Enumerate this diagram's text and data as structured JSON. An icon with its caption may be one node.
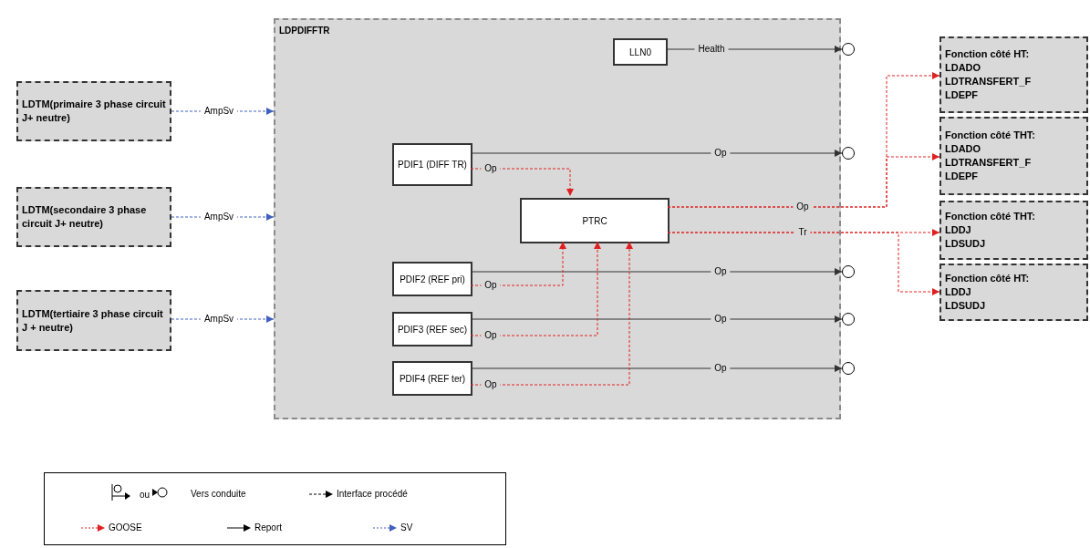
{
  "diagram": {
    "nodes": [
      {
        "text": [
          "LDPDIFFTR"
        ]
      },
      {
        "text": [
          "LDTM(primaire 3 phase circuit J+ neutre)"
        ]
      },
      {
        "text": [
          "LDTM(secondaire 3 phase circuit J+ neutre)"
        ]
      },
      {
        "text": [
          "LDTM(tertiaire 3 phase circuit J + neutre)"
        ]
      },
      {
        "text": [
          "LLN0"
        ],
        "in": 0
      },
      {
        "text": [
          "PDIF1 (DIFF TR)"
        ],
        "in": 0
      },
      {
        "text": [
          "PTRC"
        ],
        "in": 0
      },
      {
        "text": [
          "PDIF2 (REF pri)"
        ],
        "in": 0
      },
      {
        "text": [
          "PDIF3 (REF sec)"
        ],
        "in": 0
      },
      {
        "text": [
          "PDIF4 (REF ter)"
        ],
        "in": 0
      },
      {
        "text": [],
        "shape": "circle"
      },
      {
        "text": [],
        "shape": "circle"
      },
      {
        "text": [],
        "shape": "circle"
      },
      {
        "text": [],
        "shape": "circle"
      },
      {
        "text": [],
        "shape": "circle"
      },
      {
        "text": [
          "Fonction côté HT:",
          "LDADO",
          "LDTRANSFERT_F",
          "LDEPF"
        ]
      },
      {
        "text": [
          "Fonction côté THT:",
          "LDADO",
          "LDTRANSFERT_F",
          "LDEPF"
        ]
      },
      {
        "text": [
          "Fonction côté THT:",
          "LDDJ",
          "LDSUDJ"
        ]
      },
      {
        "text": [
          "Fonction côté HT:",
          "LDDJ",
          "LDSUDJ"
        ]
      }
    ],
    "edges": [
      {
        "from": 1,
        "to": 0,
        "arrow": "to",
        "label": "AmpSv",
        "style": "dashed",
        "color": "#4060c0"
      },
      {
        "from": 2,
        "to": 0,
        "arrow": "to",
        "label": "AmpSv",
        "style": "dashed",
        "color": "#4060c0"
      },
      {
        "from": 3,
        "to": 0,
        "arrow": "to",
        "label": "AmpSv",
        "style": "dashed",
        "color": "#4060c0"
      },
      {
        "from": 4,
        "to": 10,
        "arrow": "to",
        "label": "Health",
        "color": "#333333"
      },
      {
        "from": 5,
        "to": 11,
        "arrow": "to",
        "label": "Op",
        "color": "#333333"
      },
      {
        "from": 7,
        "to": 12,
        "arrow": "to",
        "label": "Op",
        "color": "#333333"
      },
      {
        "from": 8,
        "to": 13,
        "arrow": "to",
        "label": "Op",
        "color": "#333333"
      },
      {
        "from": 9,
        "to": 14,
        "arrow": "to",
        "label": "Op",
        "color": "#333333"
      },
      {
        "from": 5,
        "to": 6,
        "arrow": "to",
        "label": "Op",
        "style": "dashed",
        "color": "#e02020"
      },
      {
        "from": 7,
        "to": 6,
        "arrow": "to",
        "label": "Op",
        "style": "dashed",
        "color": "#e02020"
      },
      {
        "from": 8,
        "to": 6,
        "arrow": "to",
        "label": "Op",
        "style": "dashed",
        "color": "#e02020"
      },
      {
        "from": 9,
        "to": 6,
        "arrow": "to",
        "label": "Op",
        "style": "dashed",
        "color": "#e02020"
      },
      {
        "from": 6,
        "to": 15,
        "arrow": "to",
        "label": "Op",
        "style": "dashed",
        "color": "#e02020"
      },
      {
        "from": 6,
        "to": 16,
        "arrow": "to",
        "style": "dashed",
        "color": "#e02020"
      },
      {
        "from": 6,
        "to": 17,
        "arrow": "to",
        "label": "Tr",
        "style": "dashed",
        "color": "#e02020"
      },
      {
        "from": 6,
        "to": 18,
        "arrow": "to",
        "style": "dashed",
        "color": "#e02020"
      }
    ],
    "labels": [
      "ou"
    ],
    "legend": [
      {
        "text": "Vers conduite"
      },
      {
        "text": "Interface procédé"
      },
      {
        "text": "GOOSE"
      },
      {
        "text": "Report"
      },
      {
        "text": "SV"
      }
    ]
  }
}
